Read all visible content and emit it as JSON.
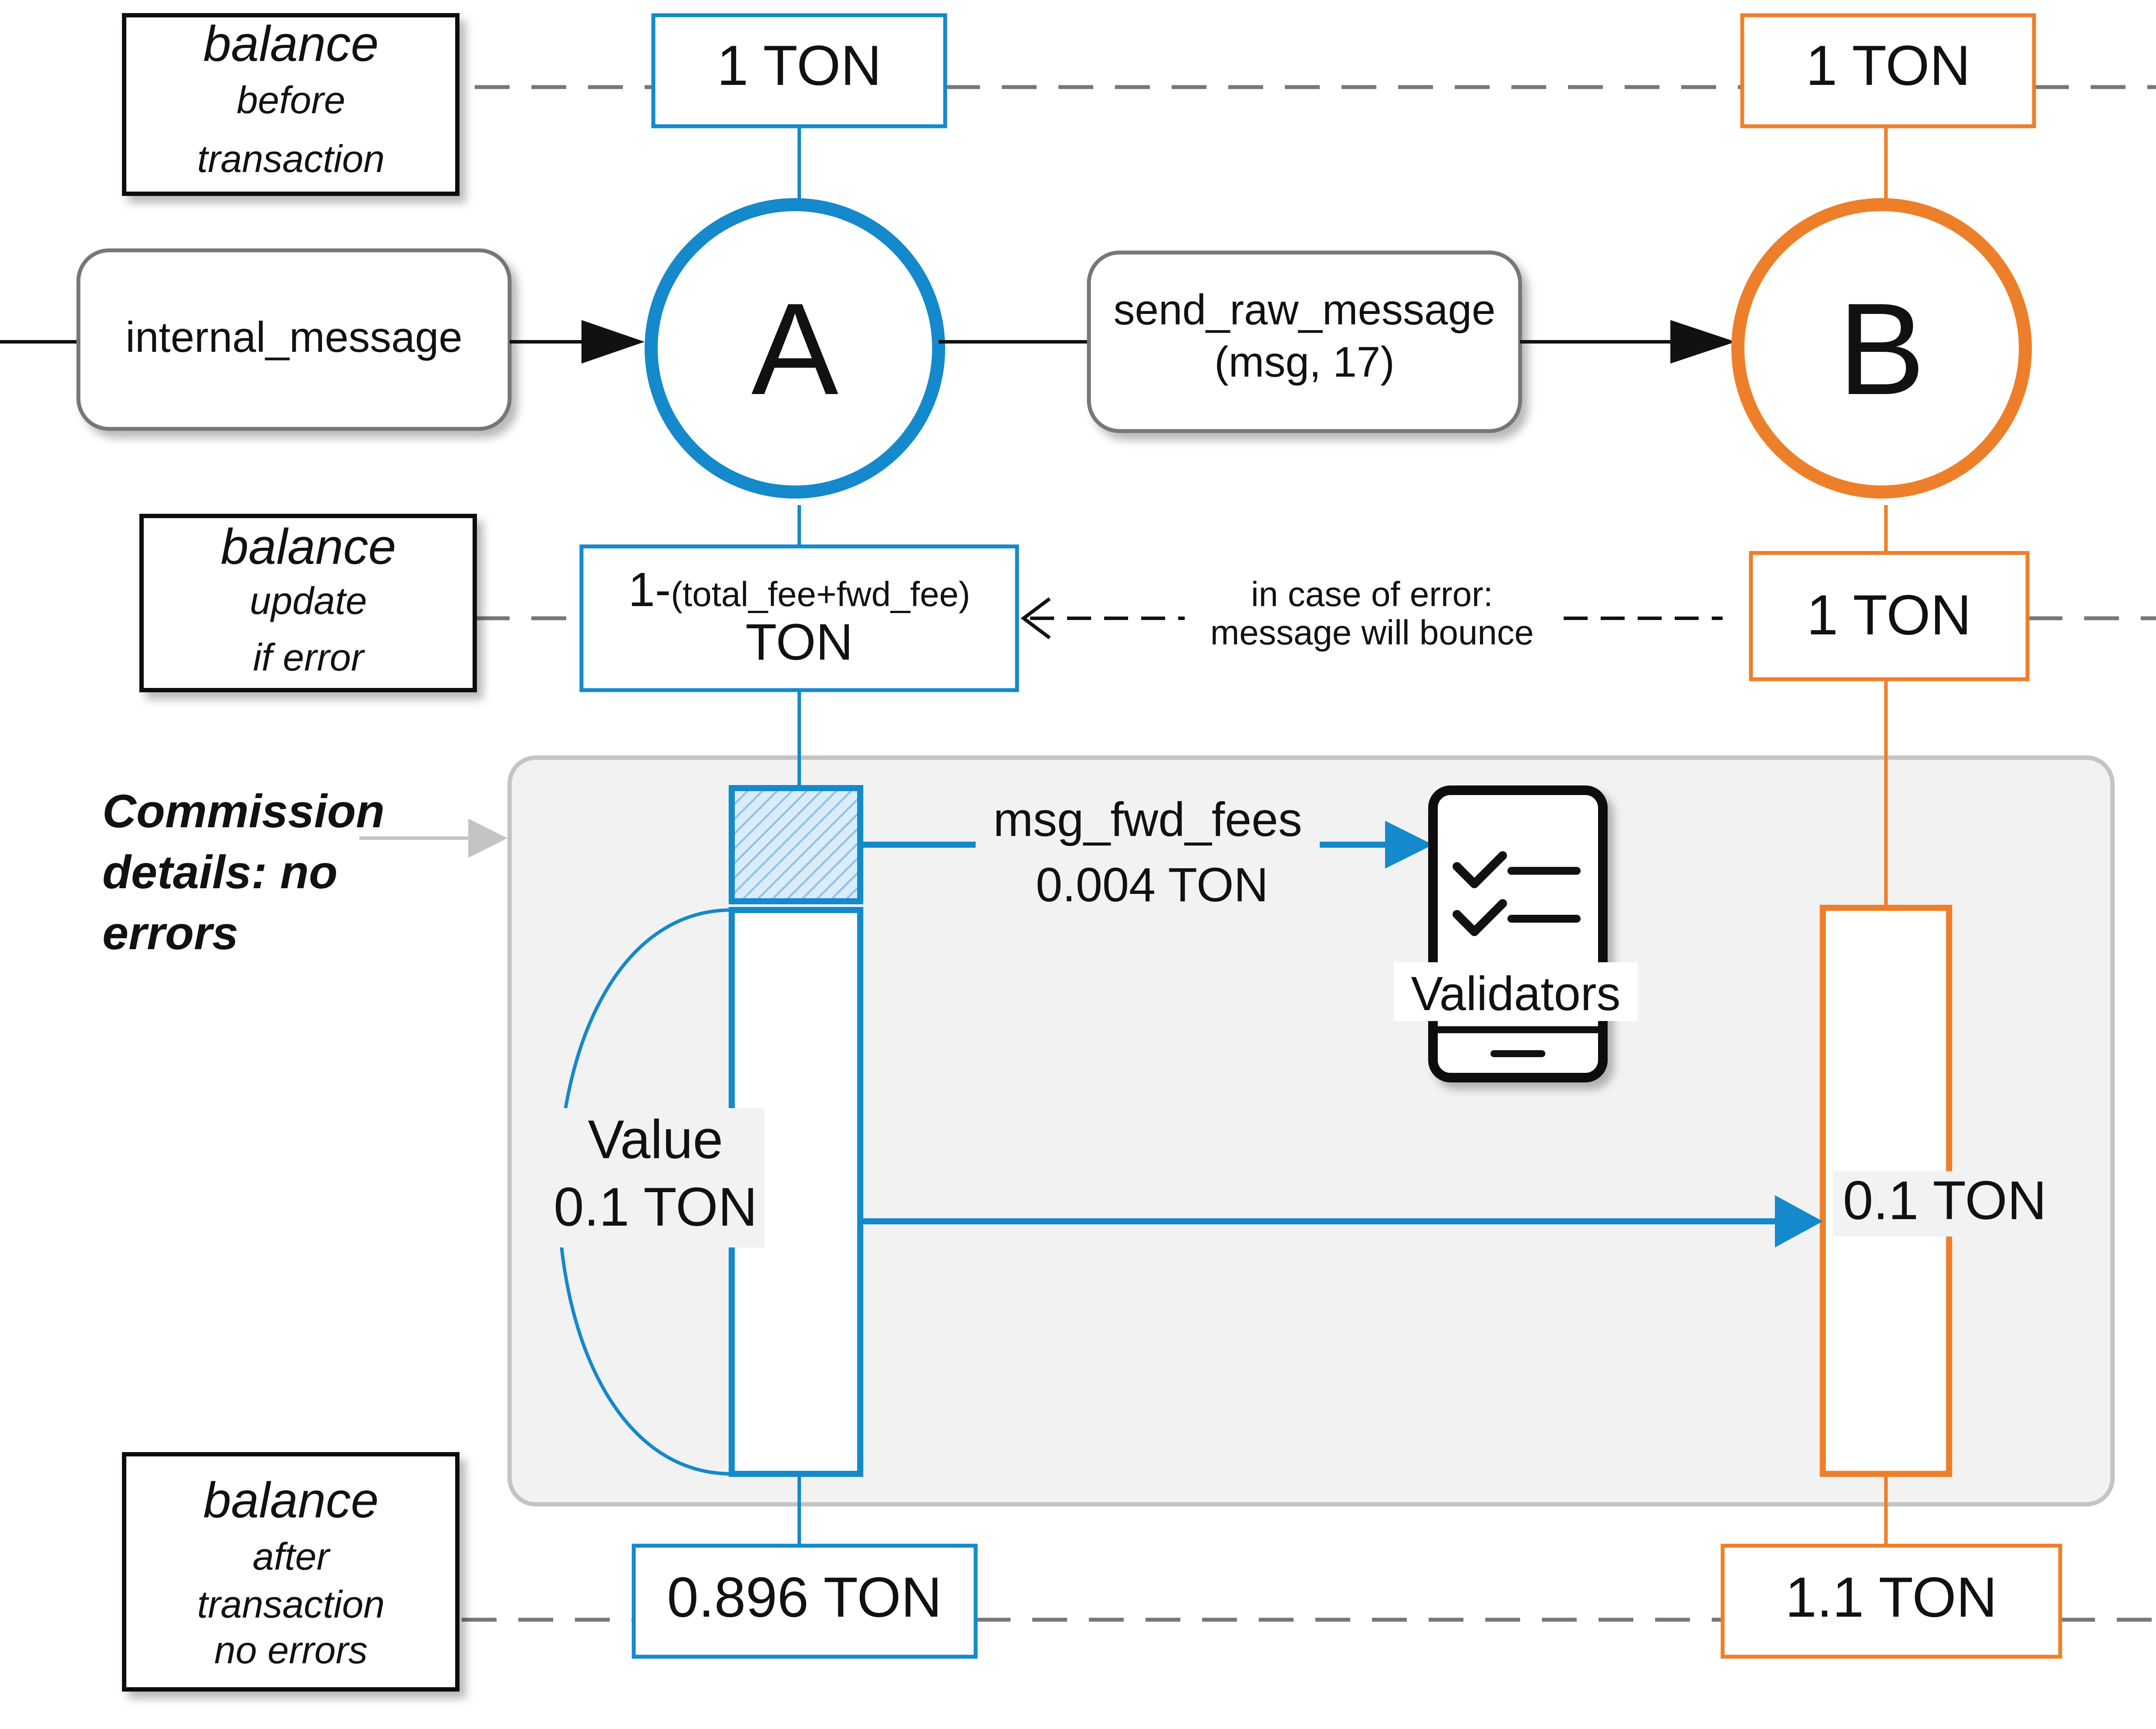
{
  "colors": {
    "blue": "#1489CC",
    "orange": "#EE7F2A",
    "black": "#111111",
    "gray_line": "#777777",
    "panel_fill": "#F2F2F2",
    "panel_stroke": "#C4C4C4",
    "hatch": "#9CCDEB"
  },
  "labels": {
    "before": {
      "line1": "balance",
      "line2": "before",
      "line3": "transaction"
    },
    "update": {
      "line1": "balance",
      "line2": "update",
      "line3": "if error"
    },
    "after": {
      "line1": "balance",
      "line2": "after",
      "line3": "transaction",
      "line4": "no errors"
    }
  },
  "accounts": {
    "a": {
      "letter": "A",
      "before": "1 TON",
      "update_main": "1-",
      "update_detail": "(total_fee+fwd_fee)",
      "update_unit": "TON",
      "after": "0.896 TON"
    },
    "b": {
      "letter": "B",
      "before": "1 TON",
      "update": "1 TON",
      "after": "1.1 TON"
    }
  },
  "messages": {
    "internal": "internal_message",
    "send_line1": "send_raw_message",
    "send_line2": "(msg, 17)",
    "bounce_line1": "in case of error:",
    "bounce_line2": "message will bounce"
  },
  "commission": {
    "title_line1": "Commission",
    "title_line2": "details: no",
    "title_line3": "errors",
    "fwd_fees_label": "msg_fwd_fees",
    "fwd_fees_value": "0.004 TON",
    "validators": "Validators",
    "value_label": "Value",
    "value_amount": "0.1 TON",
    "received": "0.1 TON"
  },
  "icons": {
    "validators_icon": "tablet-checklist-icon"
  }
}
